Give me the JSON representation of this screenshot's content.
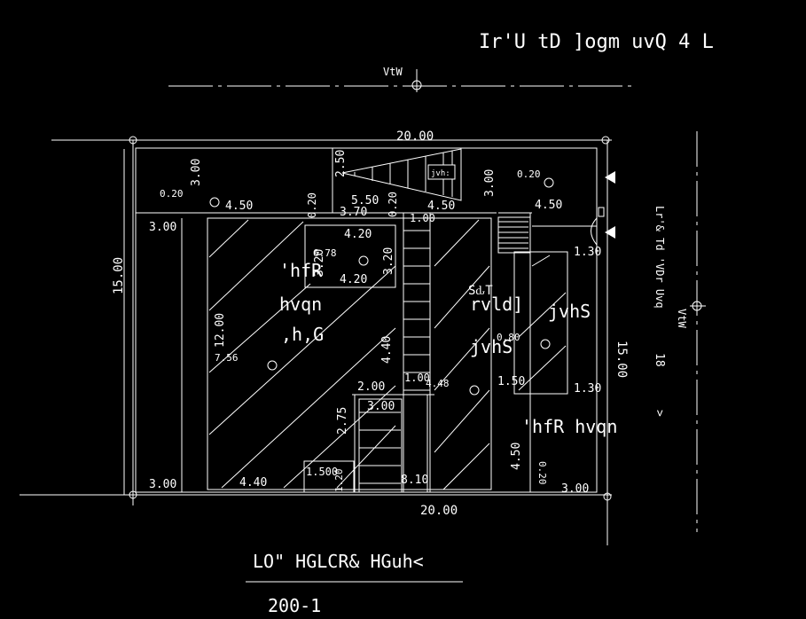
{
  "header_text": "Ir'U tD ]ogm uvQ  4  L",
  "north_label": "VtW",
  "east_street_label": "Lr'& Td 'VDr Uvq",
  "east_label": "VtW",
  "east_street_width": "18",
  "east_arrow": ">",
  "dims": {
    "top_overall": "20.00",
    "bottom_overall": "20.00",
    "left_overall": "15.00",
    "right_overall": "15.00",
    "left_top_3": "3.00",
    "left_3": "3.00",
    "bottom_left_3": "3.00",
    "bottom_right_3": "3.00",
    "setback_020_left": "0.20",
    "setback_020_mid": "0.20",
    "setback_020_right": "0.20",
    "setback_020_top": "0.20",
    "bottom_020": "0.20",
    "d_250": "2.50",
    "d_300_right": "3.00",
    "d_450_left": "4.50",
    "d_550": "5.50",
    "d_450_mid": "4.50",
    "d_450_right": "4.50",
    "d_370": "3.70",
    "d_020_a": "0.20",
    "d_100": "1.00",
    "d_420_top": "4.20",
    "d_320_a": "3.20",
    "d_320_b": "3.20",
    "d_420_bottom": "4.20",
    "d_1200": "12.00",
    "d_440_v": "4.40",
    "d_440_h": "4.40",
    "d_200": "2.00",
    "d_275": "2.75",
    "d_300_stair": "3.00",
    "d_150_a": "1.500",
    "d_150_b": "1.50",
    "d_130_a": "1.30",
    "d_130_b": "1.30",
    "d_1500_inner": "15.00",
    "d_450_v": "4.50",
    "d_810": "8.10",
    "d_100_b": "1.00",
    "d_120": "1.20"
  },
  "levels": {
    "lv_678": "6.78",
    "lv_756": "7.56",
    "lv_080": "0.80",
    "lv_448": "4.48"
  },
  "room_labels": {
    "hall_a": "'hfR",
    "hall_b": "hvqn",
    "hall_c": ",h,G",
    "mid_a": "SԃT",
    "mid_b": "rvld]",
    "mid_c": "jvhS",
    "room_right": "jvhS",
    "bottom_right": "'hfR  hvqn",
    "tag": "jvh:"
  },
  "title": "LO\" HGLCR& HGuh<",
  "scale": "200-1"
}
